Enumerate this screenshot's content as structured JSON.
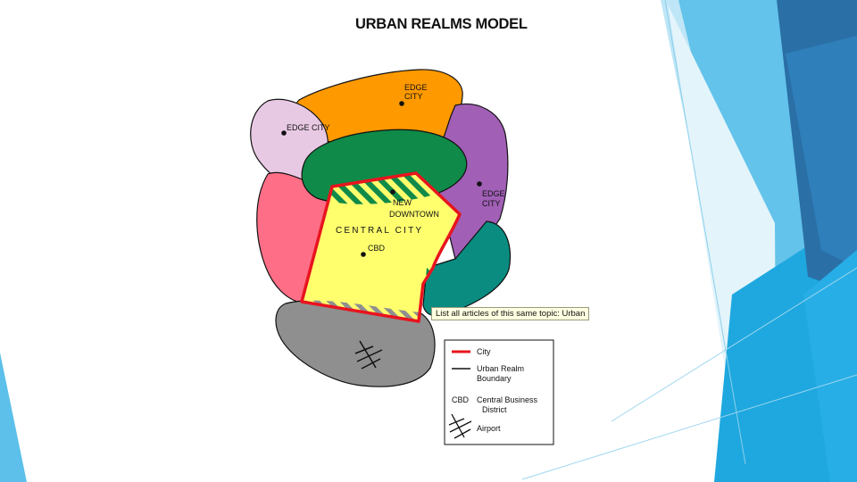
{
  "title": "URBAN REALMS MODEL",
  "labels": {
    "edge_city_top_line1": "EDGE",
    "edge_city_top_line2": "CITY",
    "edge_city_left": "EDGE CITY",
    "edge_city_right_line1": "EDGE",
    "edge_city_right_line2": "CITY",
    "new_downtown_line1": "NEW",
    "new_downtown_line2": "DOWNTOWN",
    "central_city": "CENTRAL CITY",
    "cbd": "CBD"
  },
  "tooltip": "List all articles of this same topic: Urban",
  "legend": {
    "city": "City",
    "boundary_line1": "Urban Realm",
    "boundary_line2": "Boundary",
    "cbd_abbr": "CBD",
    "cbd_line1": "Central Business",
    "cbd_line2": "District",
    "airport": "Airport"
  },
  "colors": {
    "orange_realm": "#ff9900",
    "pink_light_realm": "#e8c9e4",
    "purple_realm": "#a15fb6",
    "green_realm": "#0f8a48",
    "red_pink_realm": "#ff6e87",
    "teal_realm": "#0a8c80",
    "gray_realm": "#8f8f8f",
    "central_city": "#ffff6e",
    "city_boundary": "#e8141e",
    "theme_blue": "#1e9fd8"
  }
}
